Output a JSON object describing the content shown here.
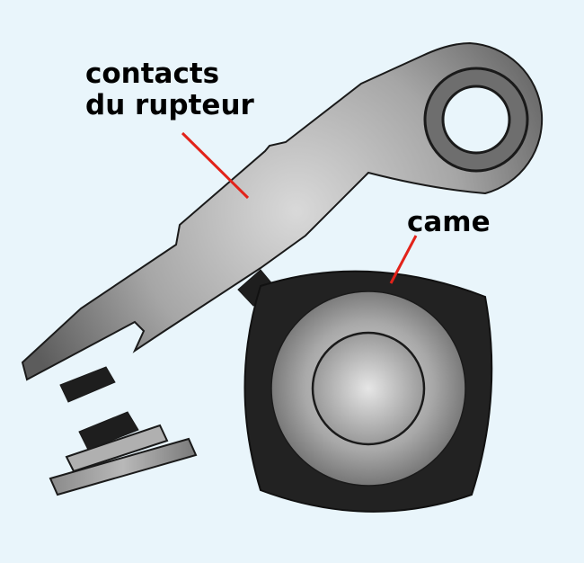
{
  "labels": {
    "contacts_line1": "contacts",
    "contacts_line2": "du rupteur",
    "cam": "came"
  },
  "colors": {
    "background": "#e9f5fb",
    "outline": "#1a1a1a",
    "leader_line": "#e2231a",
    "metal_light": "#d6d6d6",
    "metal_dark": "#555555",
    "contact_block": "#1e1e1e"
  }
}
